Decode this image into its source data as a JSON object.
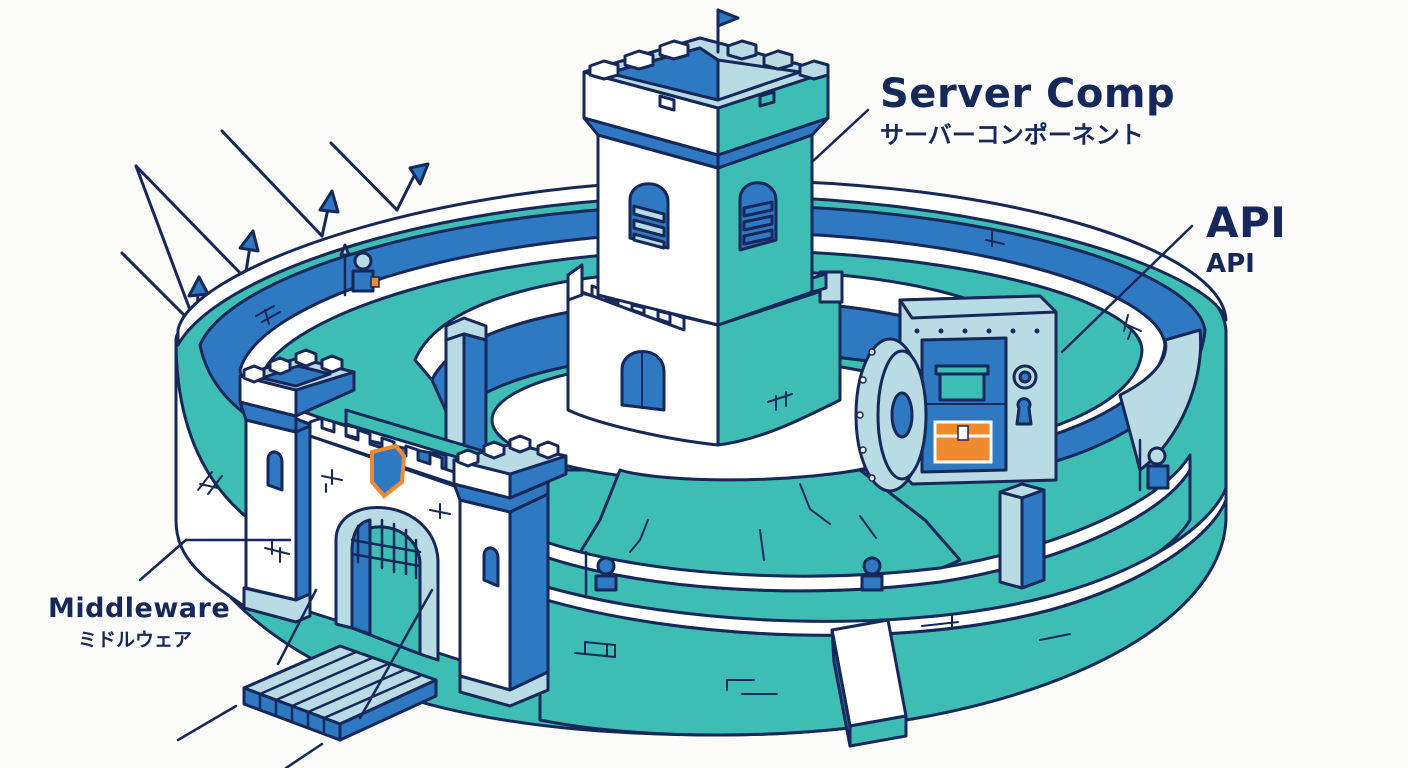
{
  "diagram": {
    "type": "illustrated-metaphor",
    "subject": "castle-as-web-architecture",
    "labels": {
      "server_component": {
        "en": "Server Comp",
        "ja": "サーバーコンポーネント"
      },
      "api": {
        "en": "API",
        "ja": "API"
      },
      "middleware": {
        "en": "Middleware",
        "ja": "ミドルウェア"
      }
    },
    "elements": [
      {
        "id": "central-keep",
        "label_ref": "server_component",
        "depicts": "tower with server racks in windows"
      },
      {
        "id": "vault",
        "label_ref": "api",
        "depicts": "open safe with treasure chests"
      },
      {
        "id": "gatehouse",
        "label_ref": "middleware",
        "depicts": "gate with portcullis and drawbridge"
      },
      {
        "id": "outer-wall",
        "depicts": "ring wall deflecting incoming arrows"
      },
      {
        "id": "guards",
        "depicts": "spear guards on walls",
        "count": 4
      }
    ],
    "incoming_arrows": 4
  },
  "colors": {
    "background": "#fbfbfa",
    "outline": "#16285a",
    "blue": "#2f78c2",
    "teal": "#3dbdb4",
    "light_blue": "#b9dbe3",
    "white": "#ffffff",
    "accent_orange": "#ef8a2e",
    "text": "#16285a"
  }
}
